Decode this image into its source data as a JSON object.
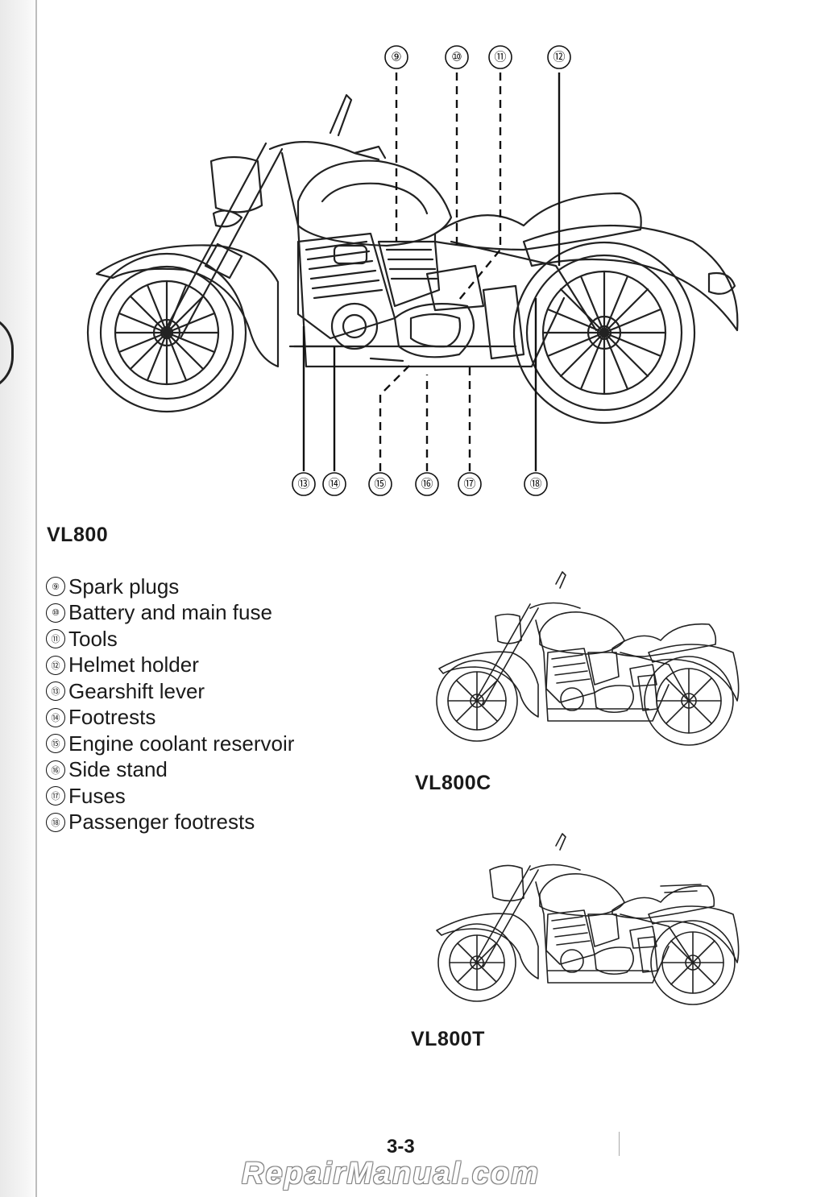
{
  "callouts_top": [
    "⑨",
    "⑩",
    "⑪",
    "⑫"
  ],
  "callouts_bottom": [
    "⑬",
    "⑭",
    "⑮",
    "⑯",
    "⑰",
    "⑱"
  ],
  "main_label": "VL800",
  "parts": [
    {
      "num": "⑨",
      "text": "Spark plugs"
    },
    {
      "num": "⑩",
      "text": "Battery and main fuse"
    },
    {
      "num": "⑪",
      "text": "Tools"
    },
    {
      "num": "⑫",
      "text": "Helmet holder"
    },
    {
      "num": "⑬",
      "text": "Gearshift lever"
    },
    {
      "num": "⑭",
      "text": "Footrests"
    },
    {
      "num": "⑮",
      "text": "Engine coolant reservoir"
    },
    {
      "num": "⑯",
      "text": "Side stand"
    },
    {
      "num": "⑰",
      "text": "Fuses"
    },
    {
      "num": "⑱",
      "text": "Passenger footrests"
    }
  ],
  "variant_c_label": "VL800C",
  "variant_t_label": "VL800T",
  "page_number": "3-3",
  "watermark": "RepairManual.com"
}
